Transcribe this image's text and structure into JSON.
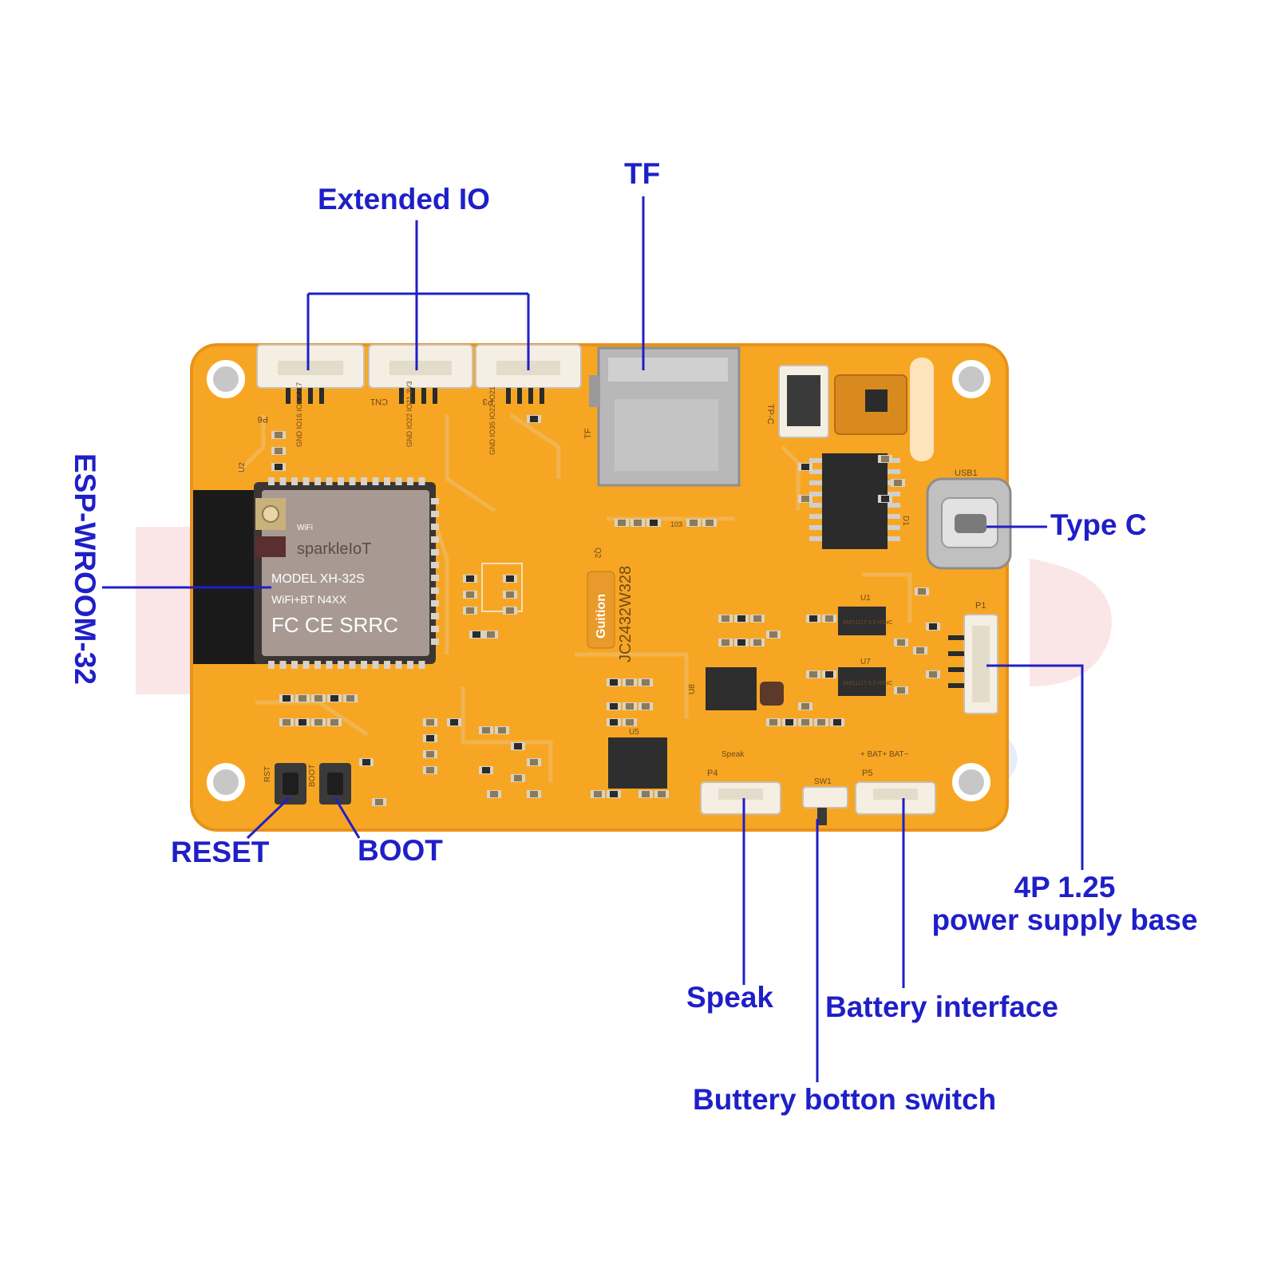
{
  "callouts": {
    "extended_io": "Extended IO",
    "tf": "TF",
    "type_c": "Type C",
    "esp": "ESP-WROOM-32",
    "reset": "RESET",
    "boot": "BOOT",
    "power_supply_line1": "4P 1.25",
    "power_supply_line2": "power supply base",
    "speak": "Speak",
    "battery_interface": "Battery interface",
    "battery_switch": "Buttery botton switch"
  },
  "module": {
    "brand": "sparkleIoT",
    "model_line": "MODEL  XH-32S",
    "wifi_line": "WiFi+BT    N4XX",
    "cert_line": "FC CE SRRC",
    "wifi_badge": "WiFi"
  },
  "silkscreen": {
    "p6": "P6",
    "cn1": "CN1",
    "p3": "P3",
    "io_p6": "GND IO16 IO4 IO17",
    "io_cn1": "GND IO22 IO21 3V3",
    "io_p3": "GND IO35 IO22 IO21",
    "tf_label": "TF",
    "tp_c": "TP-C",
    "usb1": "USB1",
    "p1": "P1",
    "p4": "P4",
    "p5": "P5",
    "sw1": "SW1",
    "speak_label": "Speak",
    "bat_labels": "+ BAT+   BAT−",
    "rst": "RST",
    "boot": "BOOT",
    "brand_vertical": "Guition",
    "board_id": "JC2432W328",
    "ams1": "AMS1117 3.3 H5NC",
    "ams2": "AMS1117 3.3 H5NC",
    "u2": "U2",
    "u5": "U5",
    "u8": "U8",
    "u1": "U1",
    "u7": "U7",
    "q2": "Q2",
    "d1": "D1",
    "r103": "103"
  },
  "colors": {
    "pcb": "#f7a623",
    "pcb_edge": "#e8921a",
    "silkscreen": "#6b4a1e",
    "callout": "#1f1fc8",
    "leader": "#1f1fc8",
    "connector": "#f4eee3",
    "metal": "#b8b8b8",
    "module_shield": "#a89a92",
    "chip": "#2b2b2b"
  }
}
